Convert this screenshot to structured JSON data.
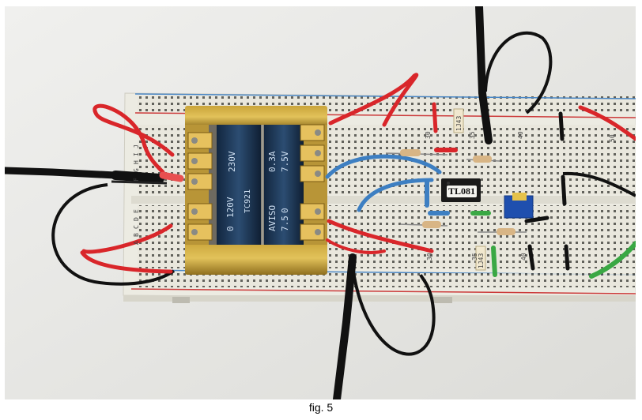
{
  "caption": "fig. 5",
  "transformer": {
    "primary_text_1": "120V",
    "primary_text_2": "230V",
    "primary_text_3": "0",
    "part_code": "TC921",
    "secondary_text_1": "AVISO",
    "secondary_text_2": "0.3A",
    "secondary_text_3": "7.5",
    "secondary_text_4": "0",
    "secondary_text_5": "7.5V"
  },
  "ic": {
    "label": "TL081"
  },
  "capacitor_labels": [
    "1J43",
    "1J43"
  ],
  "breadboard_numbers": [
    "30",
    "35",
    "40",
    "50",
    "30",
    "35",
    "40"
  ],
  "row_letters": [
    "J",
    "I",
    "H",
    "G",
    "F",
    "E",
    "D",
    "C",
    "B",
    "A"
  ]
}
